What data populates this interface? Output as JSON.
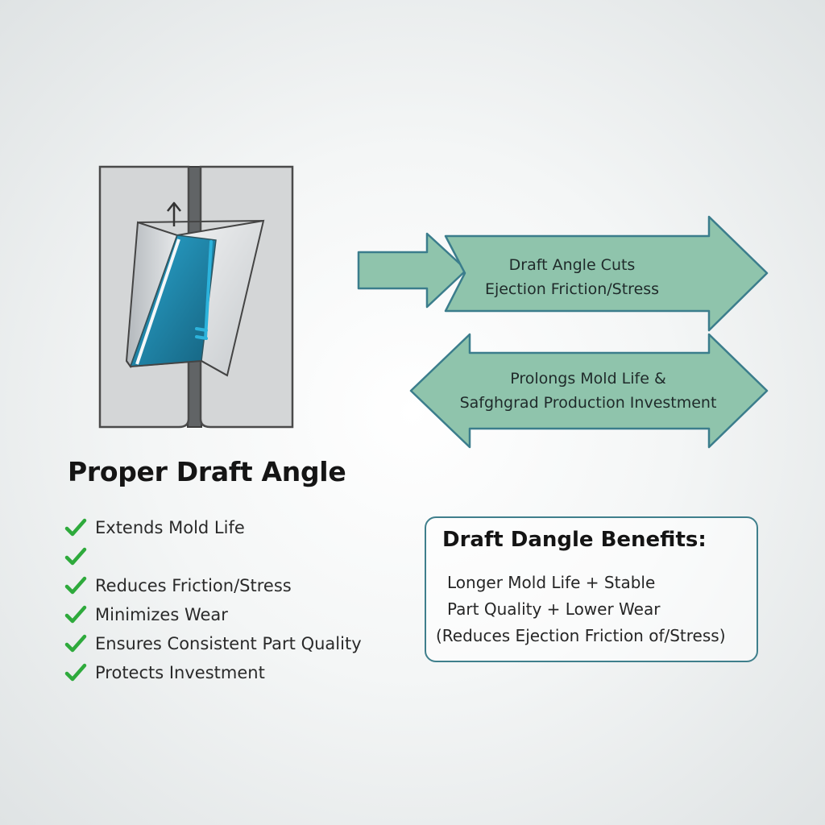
{
  "diagram": {
    "heading": "Proper Draft Angle",
    "checklist": [
      "Extends Mold Life",
      "",
      "Reduces Friction/Stress",
      "Minimizes Wear",
      "Ensures Consistent Part Quality",
      "Protects Investment"
    ],
    "arrows": {
      "right": {
        "line1": "Draft Angle Cuts",
        "line2": "Ejection Friction/Stress"
      },
      "left": {
        "line1": "Prolongs Mold Life &",
        "line2": "Safghgrad Production Investment"
      }
    },
    "benefits": {
      "title": "Draft Dangle Benefits:",
      "line1": "Longer Mold Life + Stable",
      "line2": "Part Quality + Lower Wear",
      "line3": "(Reduces Ejection Friction of/Stress)"
    }
  },
  "colors": {
    "mold_fill": "#d4d6d7",
    "mold_border": "#4a4a4a",
    "arrow_fill": "#8fc4ac",
    "arrow_border": "#3b7d8c",
    "check_green": "#2eaa3c",
    "accent_blue": "#2cb3dc",
    "box_border": "#3f7f8c"
  },
  "icons": {
    "check": "check-icon",
    "ejection": "ejection-arrow-icon"
  }
}
